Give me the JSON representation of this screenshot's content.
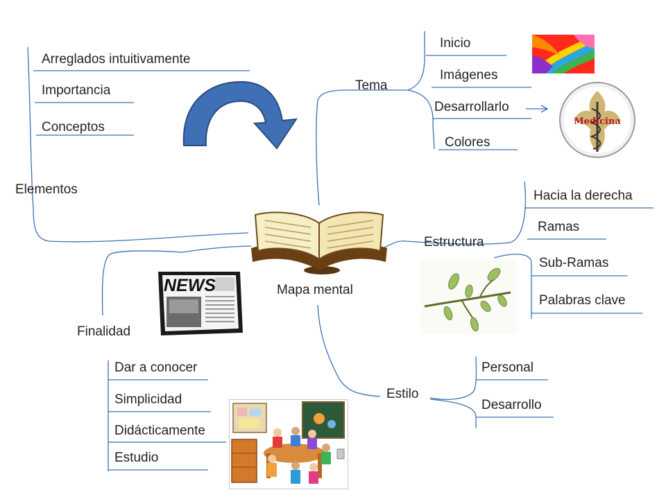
{
  "center": {
    "label": "Mapa mental"
  },
  "colors": {
    "branch_line": "#3b6fb6",
    "arrow_fill": "#3f6fb5",
    "arrow_stroke": "#2b4d80",
    "text": "#222222"
  },
  "branches": {
    "elementos": {
      "label": "Elementos",
      "children": [
        "Arreglados intuitivamente",
        "Importancia",
        "Conceptos"
      ]
    },
    "tema": {
      "label": "Tema",
      "children": [
        "Inicio",
        "Imágenes",
        "Desarrollarlo",
        "Colores"
      ]
    },
    "estructura": {
      "label": "Estructura",
      "children": [
        "Hacia la derecha",
        "Ramas",
        "Sub-Ramas",
        "Palabras clave"
      ]
    },
    "finalidad": {
      "label": "Finalidad",
      "children": [
        "Dar a conocer",
        "Simplicidad",
        "Didácticamente",
        "Estudio"
      ]
    },
    "estilo": {
      "label": "Estilo",
      "children": [
        "Personal",
        "Desarrollo"
      ]
    }
  },
  "images": {
    "medicine_badge": "Medicina",
    "news_paper": "NEWS",
    "icons": [
      "book-icon",
      "curved-arrow-icon",
      "swirl-colors-icon",
      "medicine-badge-icon",
      "newspaper-icon",
      "branch-leaves-icon",
      "classroom-icon"
    ]
  }
}
